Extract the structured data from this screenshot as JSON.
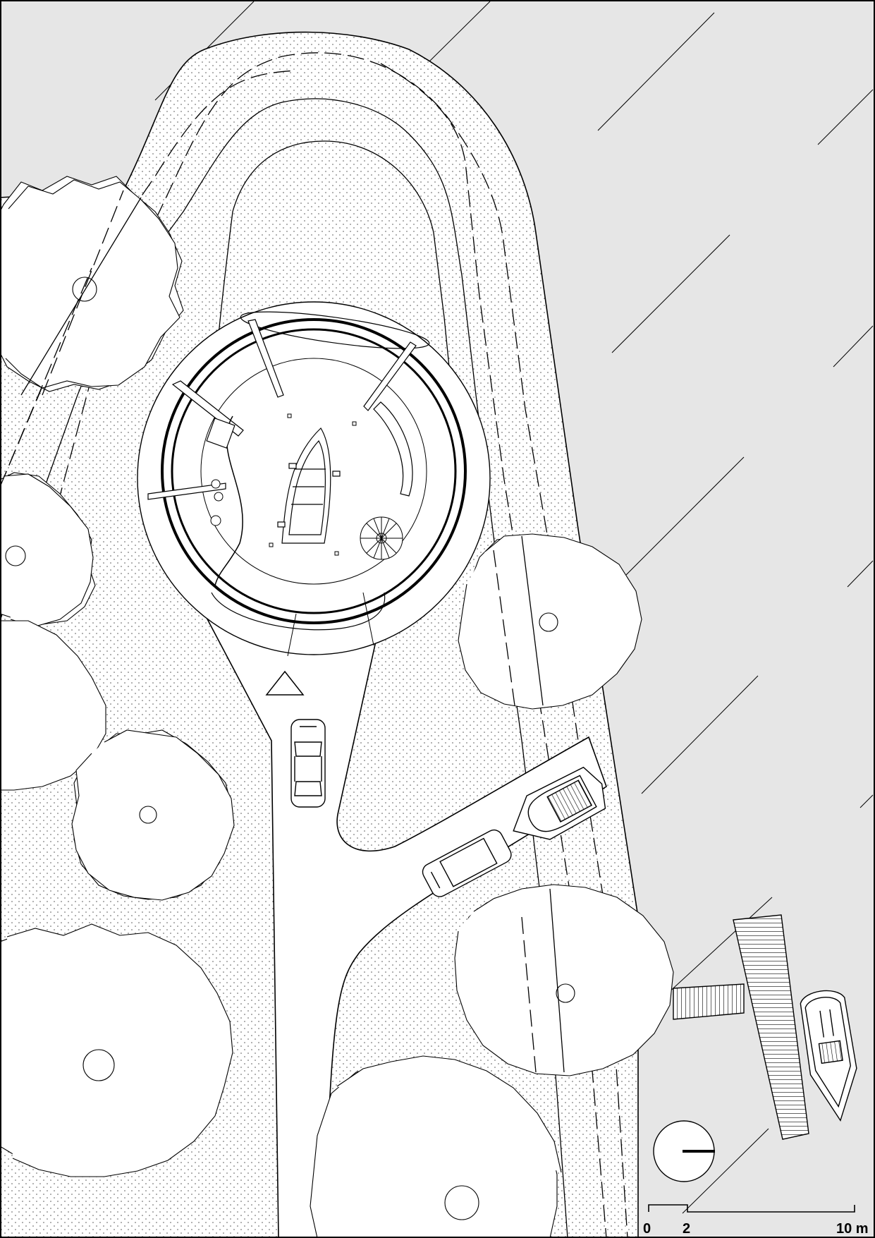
{
  "scale_bar": {
    "labels": [
      "0",
      "2",
      "10 m"
    ]
  },
  "colors": {
    "water": "#e6e6e6",
    "land_dotted": "#f4f4f4",
    "line": "#000000",
    "paper": "#ffffff"
  },
  "icons": [
    "north-arrow-icon",
    "access-triangle-icon",
    "car-icon",
    "motorboat-icon",
    "rowboat-icon",
    "tree-icon",
    "pier-icon",
    "spiral-stair-icon"
  ]
}
